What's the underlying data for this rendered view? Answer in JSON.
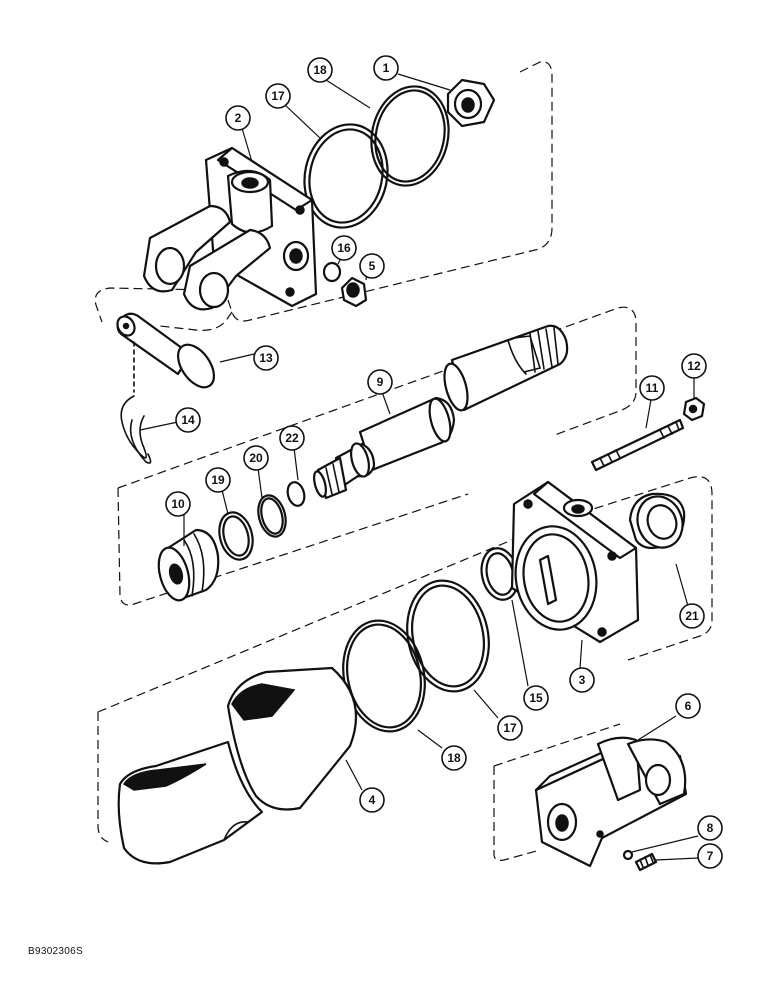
{
  "figure_code": "B9302306S",
  "callouts": [
    {
      "id": "callout-1",
      "number": "1"
    },
    {
      "id": "callout-2",
      "number": "2"
    },
    {
      "id": "callout-3",
      "number": "3"
    },
    {
      "id": "callout-4",
      "number": "4"
    },
    {
      "id": "callout-5",
      "number": "5"
    },
    {
      "id": "callout-6",
      "number": "6"
    },
    {
      "id": "callout-7",
      "number": "7"
    },
    {
      "id": "callout-8",
      "number": "8"
    },
    {
      "id": "callout-9",
      "number": "9"
    },
    {
      "id": "callout-10",
      "number": "10"
    },
    {
      "id": "callout-11",
      "number": "11"
    },
    {
      "id": "callout-12",
      "number": "12"
    },
    {
      "id": "callout-13",
      "number": "13"
    },
    {
      "id": "callout-14",
      "number": "14"
    },
    {
      "id": "callout-15",
      "number": "15"
    },
    {
      "id": "callout-16",
      "number": "16"
    },
    {
      "id": "callout-17a",
      "number": "17"
    },
    {
      "id": "callout-17b",
      "number": "17"
    },
    {
      "id": "callout-18a",
      "number": "18"
    },
    {
      "id": "callout-18b",
      "number": "18"
    },
    {
      "id": "callout-19",
      "number": "19"
    },
    {
      "id": "callout-20",
      "number": "20"
    },
    {
      "id": "callout-21",
      "number": "21"
    },
    {
      "id": "callout-22",
      "number": "22"
    }
  ]
}
